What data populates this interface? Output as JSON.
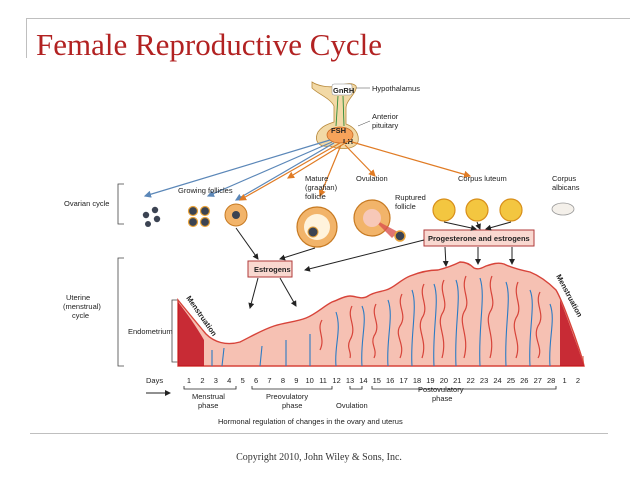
{
  "title": "Female Reproductive Cycle",
  "copyright": "Copyright 2010, John Wiley & Sons, Inc.",
  "diagram": {
    "hormones": {
      "gnrh": "GnRH",
      "fsh": "FSH",
      "lh": "LH"
    },
    "glands": {
      "hypothalamus": "Hypothalamus",
      "pituitary": [
        "Anterior",
        "pituitary"
      ]
    },
    "ovarian_cycle_label": "Ovarian cycle",
    "ovary_stages": {
      "growing": "Growing follicles",
      "mature": [
        "Mature",
        "(graafian)",
        "follicle"
      ],
      "ovulation": "Ovulation",
      "ruptured": [
        "Ruptured",
        "follicle"
      ],
      "corpus_luteum": "Corpus luteum",
      "corpus_albicans": [
        "Corpus",
        "albicans"
      ]
    },
    "boxes": {
      "estrogens": "Estrogens",
      "prog_estrogens": "Progesterone and estrogens"
    },
    "uterine_cycle_label": [
      "Uterine",
      "(menstrual)",
      "cycle"
    ],
    "endometrium": "Endometrium",
    "menstruation": "Menstruation",
    "days_label": "Days",
    "days": [
      "1",
      "2",
      "3",
      "4",
      "5",
      "6",
      "7",
      "8",
      "9",
      "10",
      "11",
      "12",
      "13",
      "14",
      "15",
      "16",
      "17",
      "18",
      "19",
      "20",
      "21",
      "22",
      "23",
      "24",
      "25",
      "26",
      "27",
      "28",
      "1",
      "2"
    ],
    "phases": {
      "menstrual": [
        "Menstrual",
        "phase"
      ],
      "preovulatory": [
        "Preovulatory",
        "phase"
      ],
      "ovulation": "Ovulation",
      "postovulatory": [
        "Postovulatory",
        "phase"
      ]
    },
    "caption": "Hormonal regulation of changes in the ovary and uterus"
  },
  "colors": {
    "title": "#b22222",
    "tissue": "#f6c1b3",
    "tissue_edge": "#d7443a",
    "blood": "#c0111f",
    "vessel": "#2b7bc4",
    "follicle": "#e8a23a",
    "arrow_orange": "#e07b24",
    "arrow_blue": "#5b87b8"
  }
}
